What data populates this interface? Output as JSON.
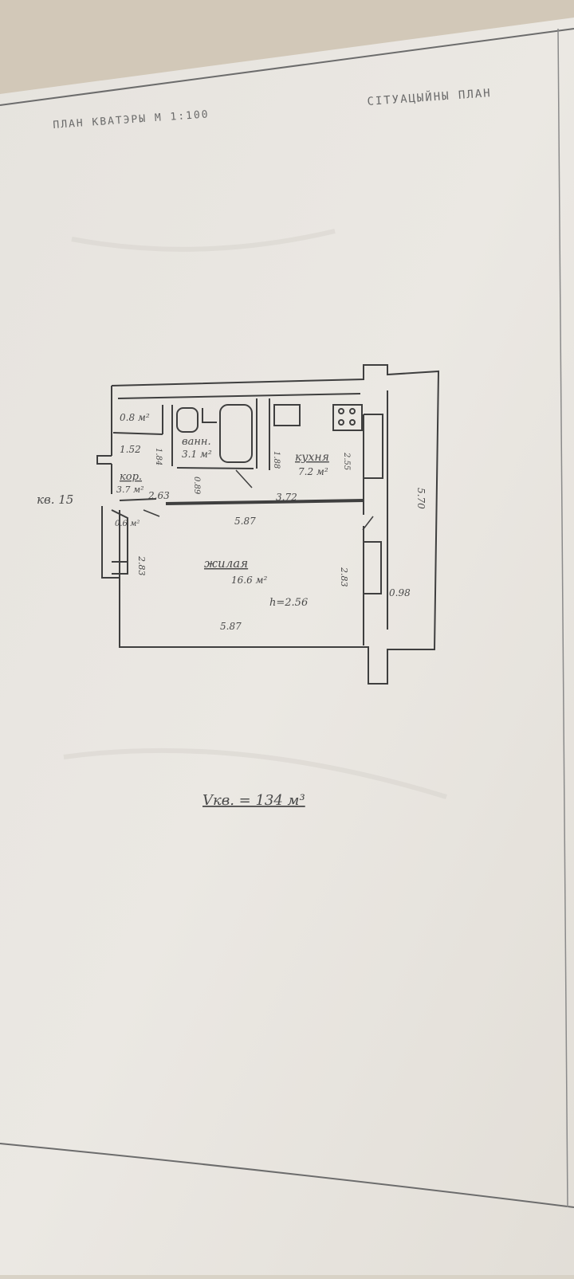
{
  "document": {
    "title": "ПЛАН КВАТЭРЫ М 1:100",
    "subtitle": "СІТУАЦЫЙНЫ ПЛАН"
  },
  "plan": {
    "apartment_label": "кв. 15",
    "rooms": {
      "closet": {
        "area": "0.8 м²"
      },
      "bath": {
        "name": "ванн.",
        "area": "3.1 м²"
      },
      "kitchen": {
        "name": "кухня",
        "area": "7.2 м²"
      },
      "corridor": {
        "name": "кор.",
        "area": "3.7 м²"
      },
      "storage": {
        "area": "0.6 м²"
      },
      "living": {
        "name": "жилая",
        "area": "16.6 м²",
        "height": "h=2.56"
      }
    },
    "dimensions": {
      "d_152": "1.52",
      "d_184": "1.84",
      "d_188": "1.88",
      "d_255": "2.55",
      "d_263": "2.63",
      "d_089": "0.89",
      "d_372": "3.72",
      "d_570": "5.70",
      "d_587_top": "5.87",
      "d_283_left": "2.83",
      "d_283_right": "2.83",
      "d_098": "0.98",
      "d_587_bottom": "5.87"
    },
    "volume": "Vкв. = 134 м³"
  },
  "colors": {
    "paper": "#e7e3dc",
    "ink": "#4a4a4a",
    "background": "#d8d2c6"
  }
}
